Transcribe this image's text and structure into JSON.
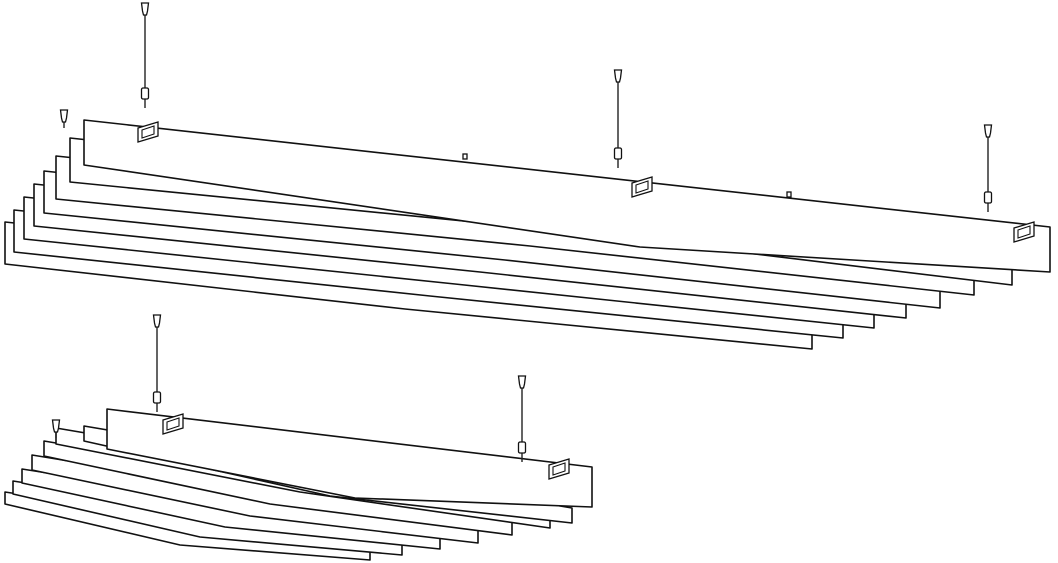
{
  "figure": {
    "background": "#ffffff",
    "line_color": "#111111",
    "fill_color": "#ffffff"
  },
  "assemblies": [
    {
      "id": "large",
      "blade_count": 8,
      "cable_count": 4,
      "bracket_count": 3
    },
    {
      "id": "small",
      "blade_count": 8,
      "cable_count": 3,
      "bracket_count": 2
    }
  ]
}
